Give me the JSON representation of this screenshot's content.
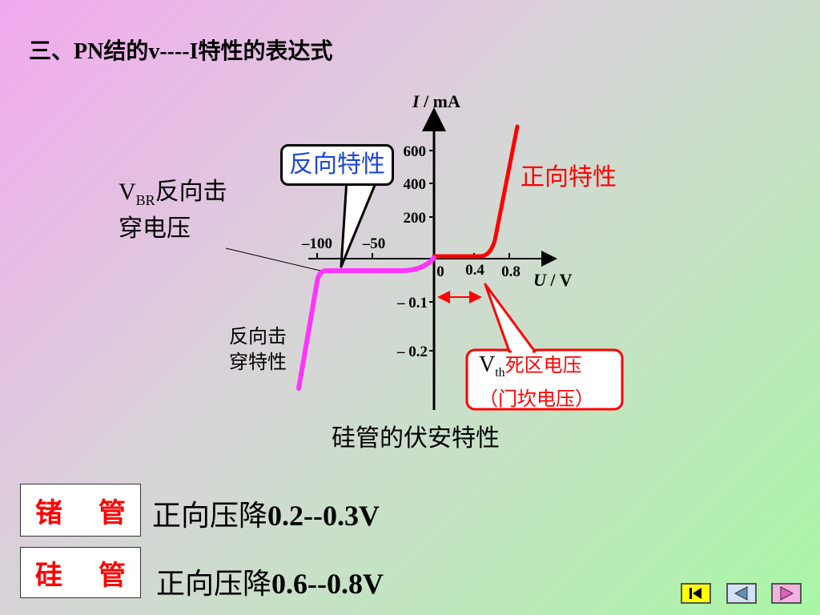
{
  "title": "三、PN结的v----I特性的表达式",
  "axes": {
    "y_label_var": "I",
    "y_label_unit": " / mA",
    "x_label_var": "U",
    "x_label_unit": " / V",
    "y_ticks_pos": [
      "600",
      "400",
      "200"
    ],
    "y_ticks_neg": [
      "– 0.1",
      "– 0.2"
    ],
    "x_ticks_neg": [
      "–100",
      "–50"
    ],
    "x_ticks_pos": [
      "0",
      "0.4",
      "0.8"
    ]
  },
  "annotations": {
    "reverse_char": "反向特性",
    "forward_char": "正向特性",
    "vbr_symbol": "V",
    "vbr_sub": "BR",
    "vbr_text_1": "反向击",
    "vbr_text_2": "穿电压",
    "breakdown_1": "反向击",
    "breakdown_2": "穿特性",
    "vth_symbol": "V",
    "vth_sub": "th",
    "vth_text": "死区电压",
    "vth_text_2": "（门坎电压）",
    "caption": "硅管的伏安特性"
  },
  "materials": [
    {
      "name_1": "锗",
      "name_2": "管",
      "drop_prefix": "正向压降",
      "drop_value": "0.2--0.3V"
    },
    {
      "name_1": "硅",
      "name_2": "管",
      "drop_prefix": "正向压降",
      "drop_value": "0.6--0.8V"
    }
  ],
  "colors": {
    "forward_curve": "#ff0000",
    "reverse_curve": "#ff33ff",
    "reverse_label": "#1a47e0",
    "accent_red": "#ff0000",
    "nav_fill": "#ffff00"
  },
  "nav": [
    "first-page-icon",
    "previous-page-icon",
    "next-page-icon"
  ]
}
